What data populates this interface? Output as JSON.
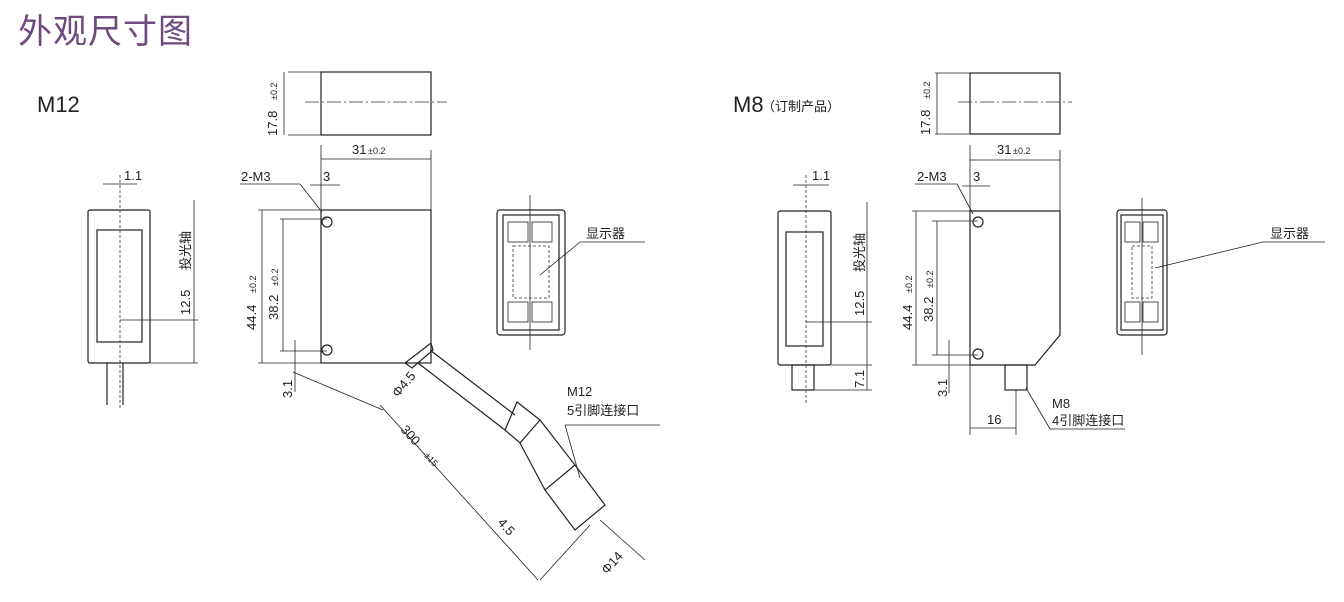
{
  "title": "外观尺寸图",
  "colors": {
    "title": "#6e4a7e",
    "line": "#222222"
  },
  "m12": {
    "label": "M12",
    "dims": {
      "height_top": "17.8",
      "tol_02": "±0.2",
      "width": "31",
      "width_tol": "±0.2",
      "offset": "1.1",
      "screw": "2-M3",
      "hole_offset": "3",
      "axis_height": "12.5",
      "axis_label": "投光轴",
      "body_height": "44.4",
      "hole_pitch": "38.2",
      "hole_bottom": "3.1",
      "cable_dia": "Φ4.5",
      "cable_len": "300",
      "cable_tol": "±15",
      "conn_len": "4.5",
      "conn_dia": "Φ14"
    },
    "connector": {
      "name": "M12",
      "desc": "5引脚连接口"
    },
    "display_label": "显示器"
  },
  "m8": {
    "label": "M8",
    "note": "（订制产品）",
    "dims": {
      "height_top": "17.8",
      "tol_02": "±0.2",
      "width": "31",
      "width_tol": "±0.2",
      "offset": "1.1",
      "screw": "2-M3",
      "hole_offset": "3",
      "axis_height": "12.5",
      "axis_label": "投光轴",
      "body_height": "44.4",
      "hole_pitch": "38.2",
      "hole_bottom": "3.1",
      "conn_height": "7.1",
      "conn_pos": "16"
    },
    "connector": {
      "name": "M8",
      "desc": "4引脚连接口"
    },
    "display_label": "显示器"
  }
}
